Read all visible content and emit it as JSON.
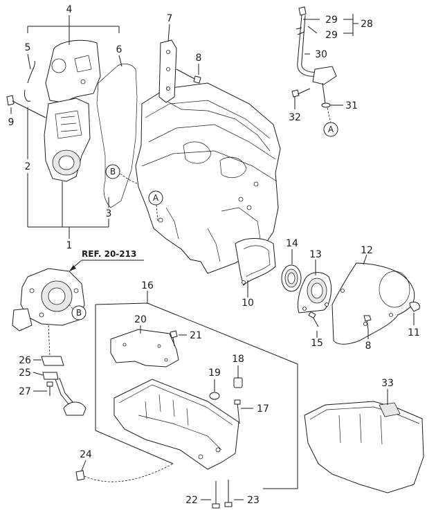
{
  "reference": "REF. 20-213",
  "callouts": {
    "a": "A",
    "b": "B"
  },
  "part_numbers": {
    "p1": "1",
    "p2": "2",
    "p3": "3",
    "p4": "4",
    "p5": "5",
    "p6": "6",
    "p7": "7",
    "p8a": "8",
    "p8b": "8",
    "p9": "9",
    "p10": "10",
    "p11": "11",
    "p12": "12",
    "p13": "13",
    "p14": "14",
    "p15": "15",
    "p16": "16",
    "p17": "17",
    "p18": "18",
    "p19": "19",
    "p20": "20",
    "p21": "21",
    "p22": "22",
    "p23": "23",
    "p24": "24",
    "p25": "25",
    "p26": "26",
    "p27": "27",
    "p28": "28",
    "p29a": "29",
    "p29b": "29",
    "p30": "30",
    "p31": "31",
    "p32": "32",
    "p33": "33"
  }
}
